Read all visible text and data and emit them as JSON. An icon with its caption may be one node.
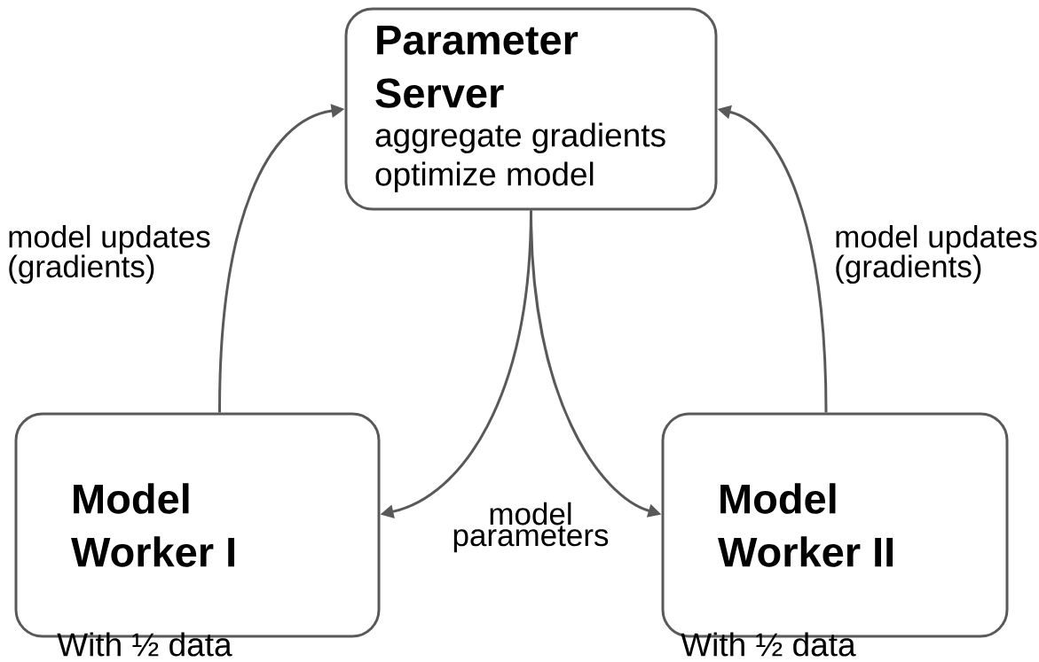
{
  "diagram": {
    "nodes": [
      {
        "text": [
          "Parameter Server",
          "aggregate gradients optimize model"
        ]
      },
      {
        "text": [
          "Model Worker I"
        ],
        "beside": [
          "With ½ data"
        ]
      },
      {
        "text": [
          "Model Worker II"
        ],
        "beside": [
          "With ½ data"
        ]
      }
    ],
    "edges": [
      {
        "from": 1,
        "to": 0,
        "arrow": "to",
        "label": "model updates (gradients)"
      },
      {
        "from": 2,
        "to": 0,
        "arrow": "to",
        "label": "model updates (gradients)"
      },
      {
        "from": 0,
        "to": 1,
        "arrow": "to"
      },
      {
        "from": 0,
        "to": 2,
        "arrow": "to"
      }
    ],
    "labels": [
      "model parameters"
    ]
  }
}
